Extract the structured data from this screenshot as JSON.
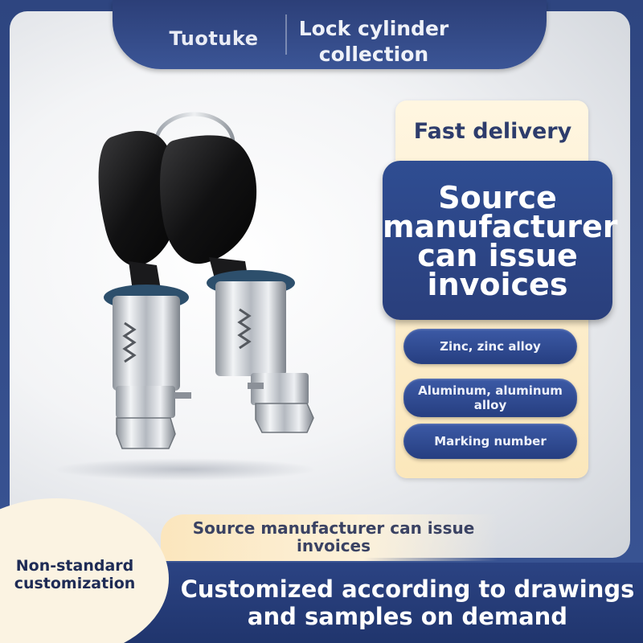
{
  "header": {
    "brand": "Tuotuke",
    "title": "Lock cylinder collection"
  },
  "features": {
    "fast_delivery": "Fast delivery",
    "source_headline": "Source manufacturer can issue invoices",
    "materials": [
      {
        "label": "Zinc, zinc alloy"
      },
      {
        "label": "Aluminum, aluminum alloy"
      },
      {
        "label": "Marking number"
      }
    ]
  },
  "bottom": {
    "strip_text": "Source manufacturer can issue invoices",
    "badge": "Non-standard customization",
    "headline": "Customized according to drawings and samples on demand"
  },
  "colors": {
    "navy": "#2b4383",
    "cream": "#fbe7bb",
    "pill": "#2f4d92"
  },
  "product": {
    "image": "two lock cylinders with black keys on key ring"
  }
}
